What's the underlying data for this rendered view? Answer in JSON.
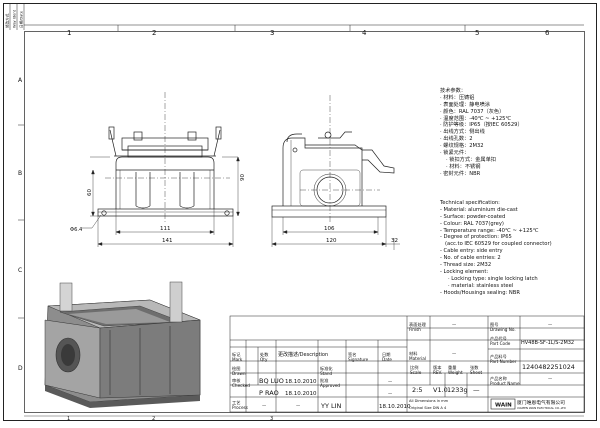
{
  "frame": {
    "zone_numbers": [
      "1",
      "2",
      "3",
      "4",
      "5",
      "6"
    ],
    "zone_letters": [
      "A",
      "B",
      "C",
      "D"
    ]
  },
  "revision_tabs": [
    "修改方式",
    "Way Ident",
    "日期/Date"
  ],
  "left_view": {
    "dims": {
      "width_inner": "111",
      "width_outer": "141",
      "height_left": "60",
      "height_right": "90",
      "hole": "Φ6.4"
    }
  },
  "side_view": {
    "dims": {
      "base": "106",
      "overall": "120",
      "height": "32"
    }
  },
  "spec_cn": {
    "heading": "技术参数：",
    "lines": [
      "· 材料：压铸铝",
      "· 表面处理：静电喷涂",
      "· 颜色：RAL 7037（灰色）",
      "· 温度范围：-40℃ ~ +125℃",
      "· 防护等级：IP65（按IEC 60529）",
      "· 出线方式：侧出线",
      "· 出线孔数：2",
      "· 螺纹规格：2M32",
      "· 锁紧元件：",
      "  · 锁扣方式：金属单扣",
      "  · 材料：不锈钢",
      "· 密封元件：NBR"
    ]
  },
  "spec_en": {
    "heading": "Technical specification:",
    "lines": [
      "- Material: aluminium die-cast",
      "- Surface: powder-coated",
      "- Colour: RAL 7037(grey)",
      "- Temperature range: -40℃ ~ +125℃",
      "- Degree of protection: IP65",
      "  (acc.to IEC 60529 for coupled connector)",
      "- Cable entry: side entry",
      "- No. of cable entries: 2",
      "- Thread size: 2M32",
      "- Locking element:",
      "    · Locking type: single locking latch",
      "    · material: stainless steel",
      "- Hoods/Housings sealing: NBR"
    ]
  },
  "title_block": {
    "finish_label": "表面处理\nFinish",
    "finish_value": "—",
    "material_label": "材料\nMaterial",
    "material_value": "—",
    "drawing_no_label": "图号\nDrawing No.",
    "drawing_no_value": "—",
    "part_code_label": "产品代号\nPart Code",
    "part_code_value": "HV48B-SF-1L/S-2M32",
    "part_no_label": "产品料号\nPart Number",
    "part_no_value": "12404822510​24",
    "product_name_label": "产品名称\nProduct Name",
    "product_name_value": "—",
    "scale_label": "比例\nScale",
    "scale_value": "2:5",
    "rev_label": "版本\nREV.",
    "rev_value": "V1.0",
    "weight_label": "重量\nWeight",
    "weight_value": "1233g",
    "sheet_label": "张数\nSheet",
    "sheet_value": "—",
    "dims_note_1": "All Dimensions in mm",
    "dims_note_2": "Original Size DIN A 4",
    "company_name": "厦门唯恩电气有限公司",
    "company_sub": "XIAMEN WAIN ELECTRICAL CO.,LTD",
    "logo_text": "WAIN",
    "hdr_mark": "标记\nMark",
    "hdr_qty": "处数\nQty",
    "hdr_desc": "更改描述/Description",
    "hdr_sig": "签名\nSignature",
    "hdr_date": "日期\nDate",
    "rows": [
      {
        "label": "绘图\nDrawn",
        "name": "BQ  LUO",
        "date": "18.10.2010",
        "label2": "标准化\nStand",
        "v2": "—"
      },
      {
        "label": "审核\nChecked",
        "name": "P  RAO",
        "date": "18.10.2010",
        "label2": "批准\nApproved",
        "v2": "—"
      },
      {
        "label": "工艺\nProcess",
        "name": "—",
        "date": "—",
        "label2": "YY  LIN",
        "v2": "18.10.2010"
      }
    ]
  }
}
